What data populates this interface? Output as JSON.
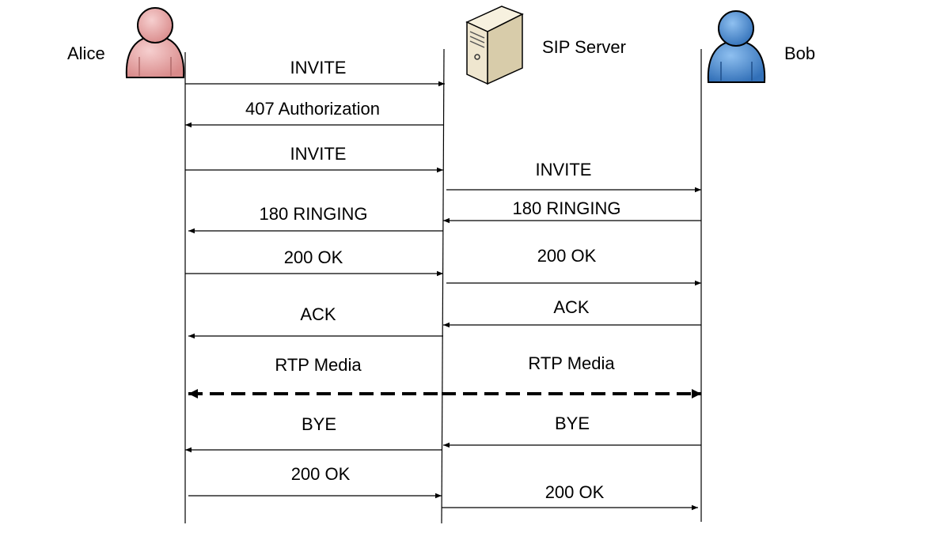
{
  "participants": [
    {
      "id": "alice",
      "label": "Alice",
      "icon": "person-icon",
      "color": "#e8a0a0"
    },
    {
      "id": "server",
      "label": "SIP Server",
      "icon": "server-icon",
      "color": "#efe6cf"
    },
    {
      "id": "bob",
      "label": "Bob",
      "icon": "person-icon",
      "color": "#4f8fd0"
    }
  ],
  "messages": [
    {
      "label": "INVITE",
      "from": "alice",
      "to": "server"
    },
    {
      "label": "407 Authorization",
      "from": "server",
      "to": "alice"
    },
    {
      "label": "INVITE",
      "from": "alice",
      "to": "server"
    },
    {
      "label": "INVITE",
      "from": "server",
      "to": "bob"
    },
    {
      "label": "180 RINGING",
      "from": "bob",
      "to": "server"
    },
    {
      "label": "180 RINGING",
      "from": "server",
      "to": "alice"
    },
    {
      "label": "200 OK",
      "from": "alice",
      "to": "server"
    },
    {
      "label": "200 OK",
      "from": "server",
      "to": "bob"
    },
    {
      "label": "ACK",
      "from": "bob",
      "to": "server"
    },
    {
      "label": "ACK",
      "from": "server",
      "to": "alice"
    },
    {
      "label": "RTP Media",
      "from": "alice",
      "to": "server",
      "style": "media"
    },
    {
      "label": "RTP Media",
      "from": "server",
      "to": "bob",
      "style": "media"
    },
    {
      "label": "BYE",
      "from": "bob",
      "to": "server"
    },
    {
      "label": "BYE",
      "from": "server",
      "to": "alice"
    },
    {
      "label": "200 OK",
      "from": "alice",
      "to": "server"
    },
    {
      "label": "200 OK",
      "from": "server",
      "to": "bob"
    }
  ]
}
